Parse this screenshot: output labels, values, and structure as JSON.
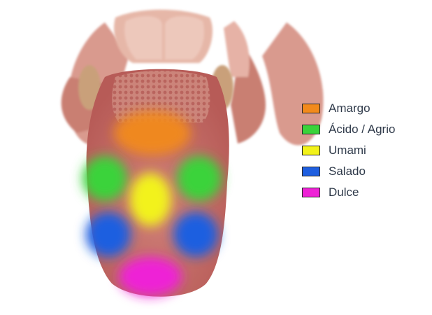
{
  "legend": {
    "items": [
      {
        "label": "Amargo",
        "color": "#f28a1c"
      },
      {
        "label": "Ácido / Agrio",
        "color": "#3ad33a"
      },
      {
        "label": "Umami",
        "color": "#f2f21a"
      },
      {
        "label": "Salado",
        "color": "#1f5fe0"
      },
      {
        "label": "Dulce",
        "color": "#ee22d6"
      }
    ]
  },
  "colors": {
    "tongue": "#c96f6a",
    "tissue": "#e2a69a",
    "gland": "#c9a07a"
  }
}
